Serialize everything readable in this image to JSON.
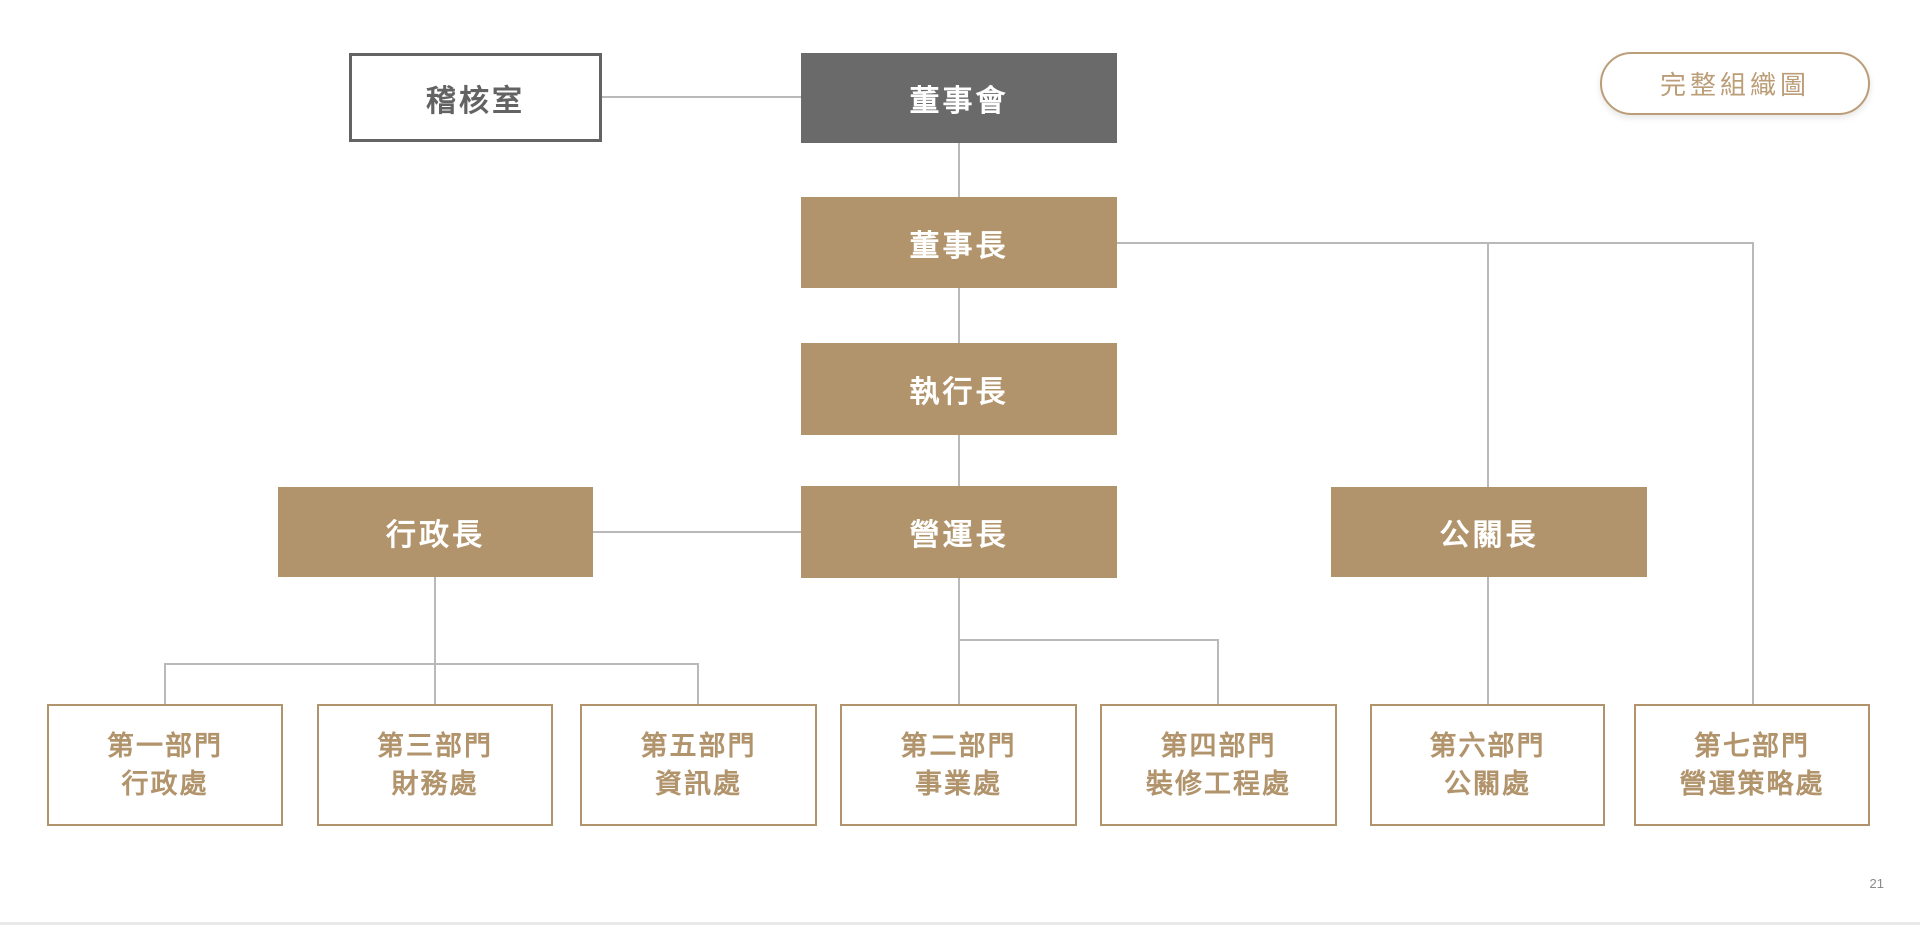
{
  "page": {
    "number": "21"
  },
  "toolbar": {
    "full_chart_button_label": "完整組織圖"
  },
  "org": {
    "audit": {
      "label": "稽核室"
    },
    "board": {
      "label": "董事會"
    },
    "chairman": {
      "label": "董事長"
    },
    "ceo": {
      "label": "執行長"
    },
    "coo": {
      "label": "營運長"
    },
    "cao": {
      "label": "行政長"
    },
    "cpro": {
      "label": "公關長"
    },
    "departments": [
      {
        "line1": "第一部門",
        "line2": "行政處"
      },
      {
        "line1": "第三部門",
        "line2": "財務處"
      },
      {
        "line1": "第五部門",
        "line2": "資訊處"
      },
      {
        "line1": "第二部門",
        "line2": "事業處"
      },
      {
        "line1": "第四部門",
        "line2": "裝修工程處"
      },
      {
        "line1": "第六部門",
        "line2": "公關處"
      },
      {
        "line1": "第七部門",
        "line2": "營運策略處"
      }
    ]
  },
  "colors": {
    "tan": "#b2946c",
    "dark": "#6a6a6a",
    "line": "#b9b9b9",
    "audit": "#636363",
    "button": "#bb9d77",
    "pagenum": "#8a8a8a"
  }
}
